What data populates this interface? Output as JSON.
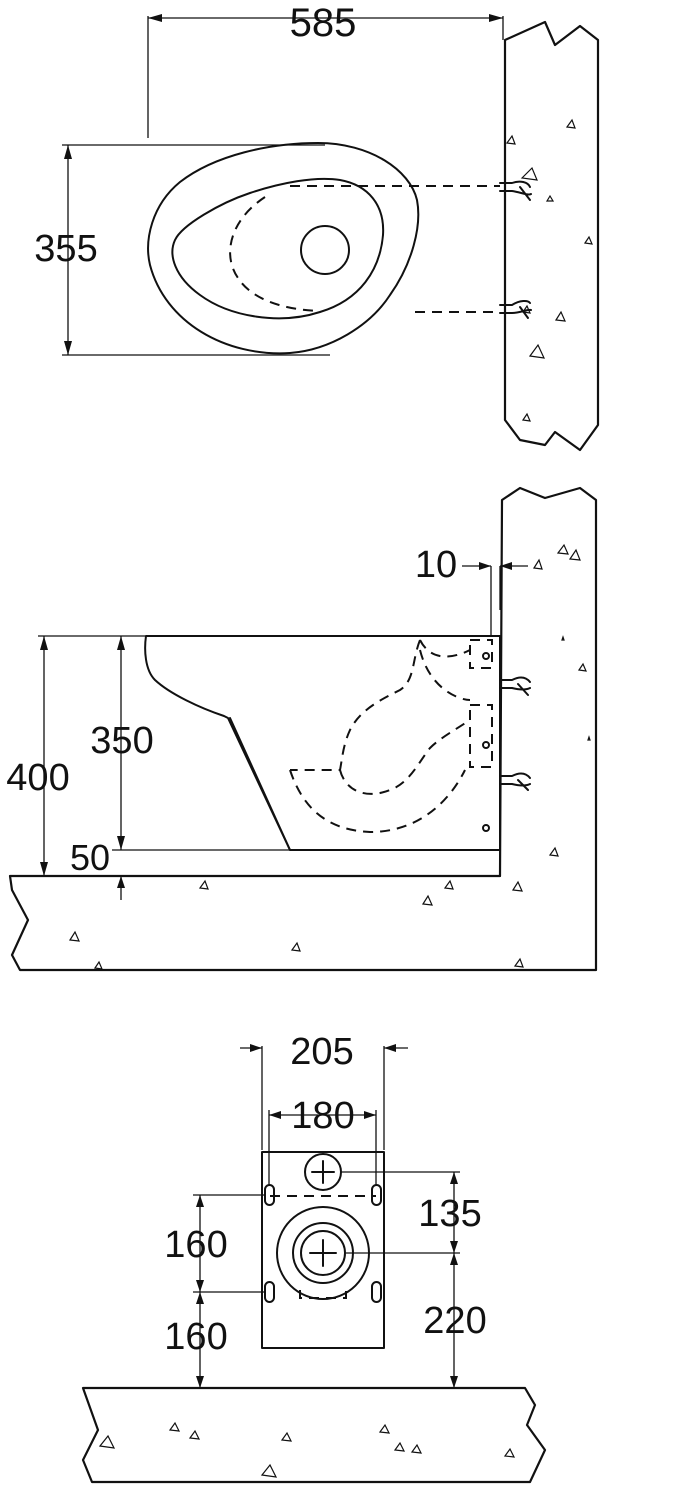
{
  "colors": {
    "line": "#111111",
    "background": "#ffffff"
  },
  "plan_view": {
    "width_dim": "585",
    "depth_dim": "355"
  },
  "side_view": {
    "wall_gap_dim": "10",
    "total_height_dim": "400",
    "bowl_height_dim": "350",
    "base_dim": "50"
  },
  "rear_view": {
    "outer_width_dim": "205",
    "hole_spacing_dim": "180",
    "upper_offset_dim": "135",
    "hole_vertical_dim": "160",
    "lower_hole_height_dim": "160",
    "outlet_height_dim": "220"
  }
}
